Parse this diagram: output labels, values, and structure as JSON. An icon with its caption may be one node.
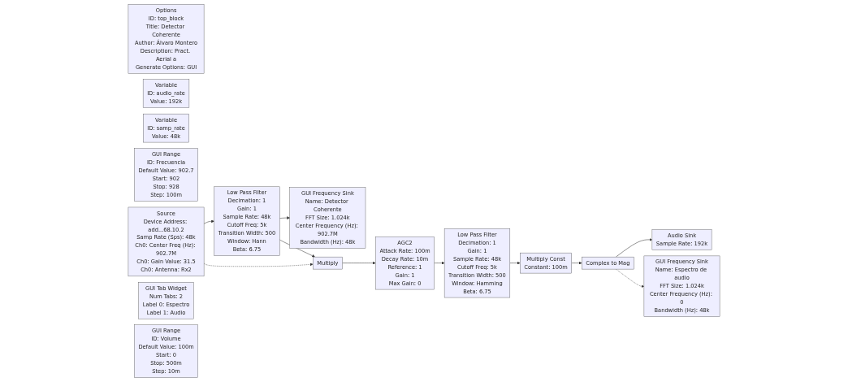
{
  "diagram": {
    "nodes": [
      {
        "text": [
          "Options",
          "ID: top_block",
          "Title: Detector Coherente",
          "Author: Álvaro Montero",
          "Description: Pract. Aerial a",
          "Generate Options: GUI"
        ]
      },
      {
        "text": [
          "Variable",
          "ID: audio_rate",
          "Value: 192k"
        ]
      },
      {
        "text": [
          "Variable",
          "ID: samp_rate",
          "Value: 48k"
        ]
      },
      {
        "text": [
          "Low Pass Filter",
          "Decimation: 1",
          "Gain: 1",
          "Sample Rate: 48k",
          "Cutoff Freq: 5k",
          "Transition Width: 500",
          "Window: Hann",
          "Beta: 6.75"
        ]
      },
      {
        "text": [
          "GUI Frequency Sink",
          "Name: Detector Coherente",
          "FFT Size: 1.024k",
          "Center Frequency (Hz): 902.7M",
          "Bandwidth (Hz): 48k"
        ]
      },
      {
        "text": [
          "GUI Range",
          "ID: Frecuencia",
          "Default Value: 902.7",
          "Start: 902",
          "Stop: 928",
          "Step: 100m"
        ]
      },
      {
        "text": [
          "Source",
          "Device Address: add...68.10.2",
          "Samp Rate (Sps): 48k",
          "Ch0: Center Freq (Hz): 902.7M",
          "Ch0: Gain Value: 31.5",
          "Ch0: Antenna: Rx2"
        ]
      },
      {
        "text": [
          "Multiply"
        ]
      },
      {
        "text": [
          "AGC2",
          "Attack Rate: 100m",
          "Decay Rate: 10m",
          "Reference: 1",
          "Gain: 1",
          "Max Gain: 0"
        ]
      },
      {
        "text": [
          "GUI Tab Widget",
          "Num Tabs: 2",
          "Label 0: Espectro",
          "Label 1: Audio"
        ]
      },
      {
        "text": [
          "GUI Range",
          "ID: Volume",
          "Default Value: 100m",
          "Start: 0",
          "Stop: 500m",
          "Step: 10m"
        ]
      },
      {
        "text": [
          "GUI Frequency Sink",
          "Name: Espectro de audio",
          "FFT Size: 1.024k",
          "Center Frequency (Hz): 0",
          "Bandwidth (Hz): 48k"
        ]
      },
      {
        "text": [
          "Audio Sink",
          "Sample Rate: 192k"
        ]
      },
      {
        "text": [
          "Complex to Mag"
        ]
      },
      {
        "text": [
          "Multiply Const",
          "Constant: 100m"
        ]
      },
      {
        "text": [
          "Low Pass Filter",
          "Decimation: 1",
          "Gain: 1",
          "Sample Rate: 48k",
          "Cutoff Freq: 5k",
          "Transition Width: 500",
          "Window: Hamming",
          "Beta: 6.75"
        ]
      }
    ],
    "edges": [
      {
        "from": 6,
        "to": 3,
        "arrow": "to"
      },
      {
        "from": 6,
        "to": 7,
        "arrow": "to",
        "style": "dashed"
      },
      {
        "from": 3,
        "to": 4,
        "arrow": "to"
      },
      {
        "from": 3,
        "to": 7,
        "arrow": "to"
      },
      {
        "from": 7,
        "to": 8,
        "arrow": "to"
      },
      {
        "from": 8,
        "to": 15,
        "arrow": "to"
      },
      {
        "from": 15,
        "to": 14,
        "arrow": "to"
      },
      {
        "from": 14,
        "to": 13,
        "arrow": "to"
      },
      {
        "from": 13,
        "to": 12,
        "arrow": "to"
      },
      {
        "from": 13,
        "to": 11,
        "arrow": "to",
        "style": "dashed"
      }
    ]
  }
}
